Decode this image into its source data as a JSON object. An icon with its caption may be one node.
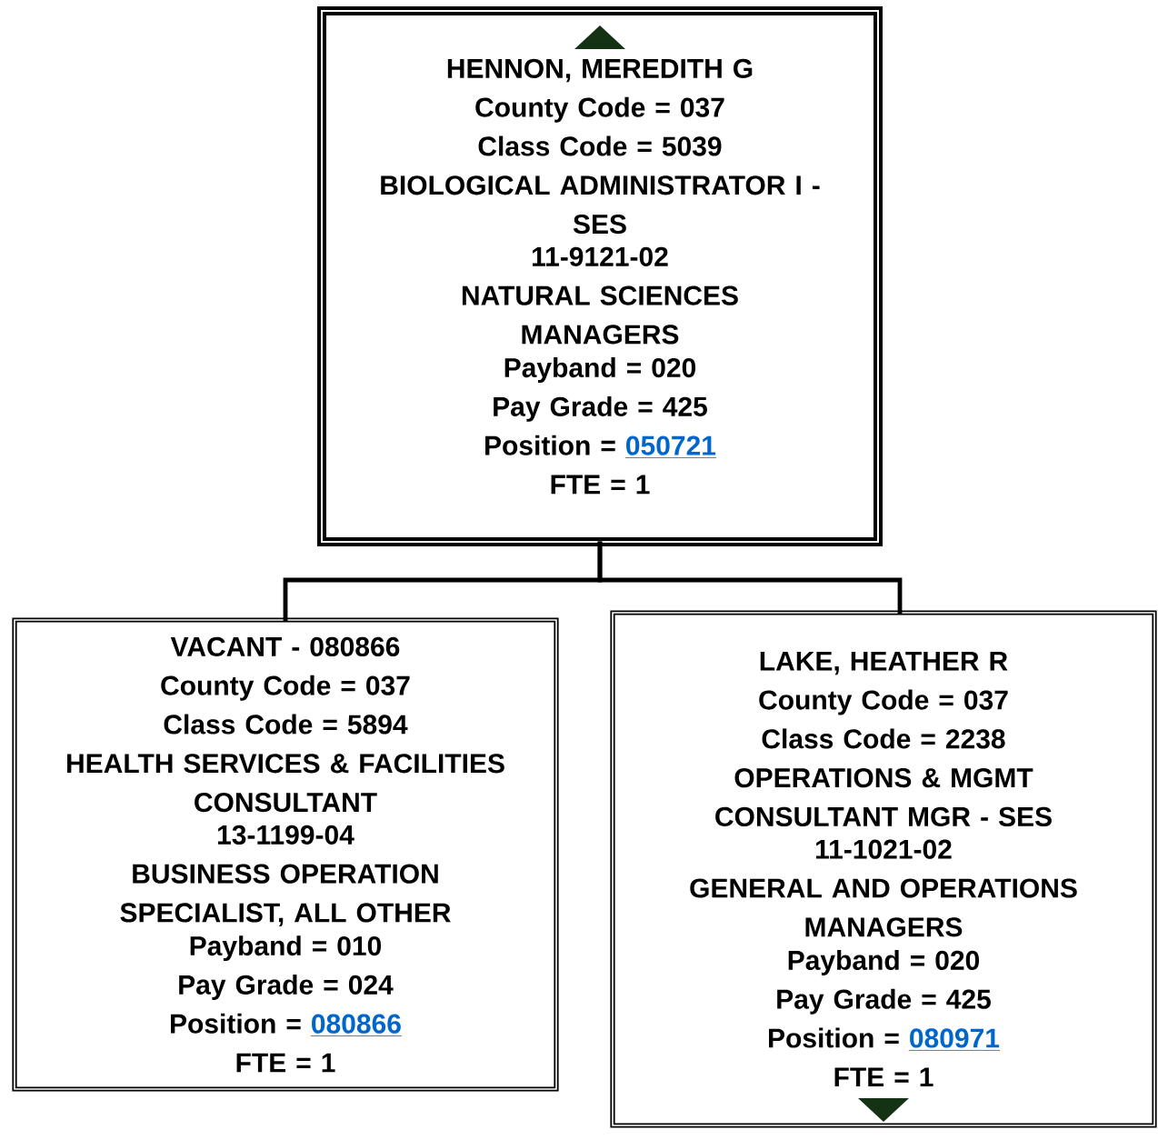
{
  "diagram": {
    "nodes": [
      {
        "text": [
          "HENNON, MEREDITH G",
          "County Code = 037",
          "Class Code = 5039",
          "BIOLOGICAL ADMINISTRATOR I - SES",
          "11-9121-02",
          "NATURAL SCIENCES MANAGERS",
          "Payband = 020",
          "Pay Grade = 425",
          "Position =",
          "050721",
          "FTE = 1"
        ]
      },
      {
        "text": [
          "VACANT - 080866",
          "County Code = 037",
          "Class Code = 5894",
          "HEALTH SERVICES & FACILITIES CONSULTANT",
          "13-1199-04",
          "BUSINESS OPERATION SPECIALIST, ALL OTHER",
          "Payband = 010",
          "Pay Grade = 024",
          "Position =",
          "080866",
          "FTE = 1"
        ]
      },
      {
        "text": [
          "LAKE, HEATHER R",
          "County Code = 037",
          "Class Code = 2238",
          "OPERATIONS & MGMT CONSULTANT MGR - SES",
          "11-1021-02",
          "GENERAL AND OPERATIONS MANAGERS",
          "Payband = 020",
          "Pay Grade = 425",
          "Position =",
          "080971",
          "FTE = 1"
        ]
      }
    ],
    "edges": [
      {
        "from": 0,
        "to": 1,
        "arrow": "none"
      },
      {
        "from": 0,
        "to": 2,
        "arrow": "none"
      }
    ]
  }
}
